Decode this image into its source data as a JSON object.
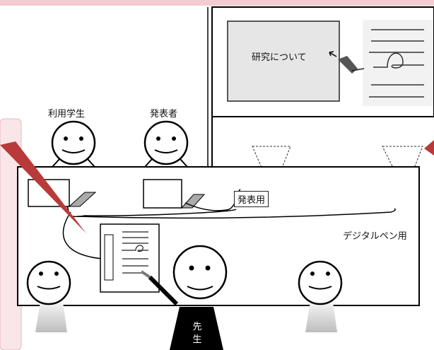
{
  "labels": {
    "user_student": "利用学生",
    "presenter": "発表者",
    "screen_text": "研究について",
    "presentation_projector": "発表用",
    "digital_pen_projector": "デジタルペン用",
    "teacher_char1": "先",
    "teacher_char2": "生"
  },
  "colors": {
    "pink_background": "#f4cbd0",
    "left_panel": "#f9e6e9",
    "screen_gray": "#e6e6e6",
    "pen_red": "#b93a3a",
    "teacher_body": "#000000",
    "student_body_gray": "#c8c8c8"
  }
}
